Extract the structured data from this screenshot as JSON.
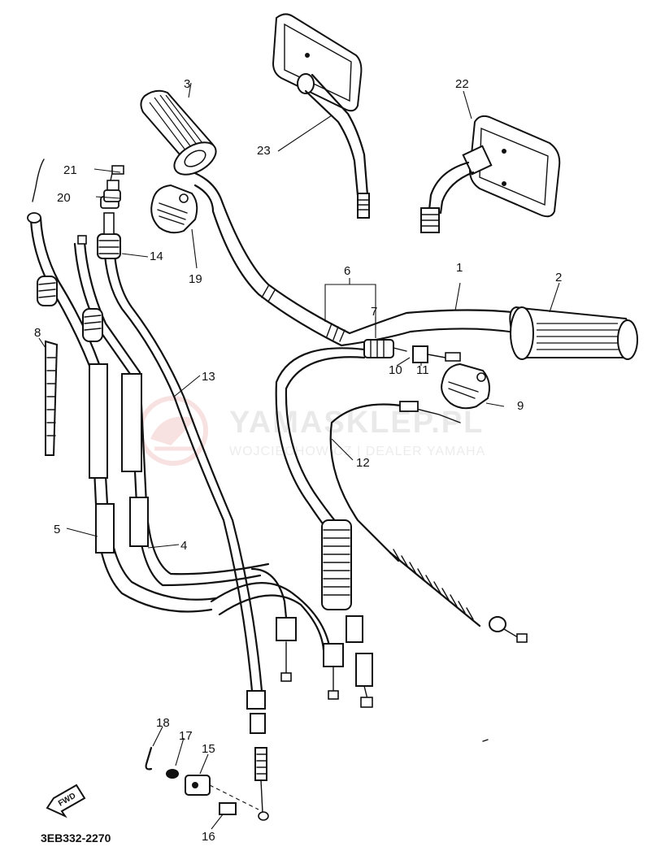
{
  "diagram": {
    "code": "3EB332-2270",
    "direction_label": "FWD",
    "callouts": [
      "1",
      "2",
      "3",
      "4",
      "5",
      "6",
      "7",
      "8",
      "9",
      "10",
      "11",
      "12",
      "13",
      "14",
      "15",
      "16",
      "17",
      "18",
      "19",
      "20",
      "21",
      "22",
      "23"
    ]
  },
  "watermark": {
    "title": "YAMASKLEP.PL",
    "subtitle": "WOJCIECHOWICZ | DEALER YAMAHA",
    "accent_color": "#f3c9c9"
  }
}
